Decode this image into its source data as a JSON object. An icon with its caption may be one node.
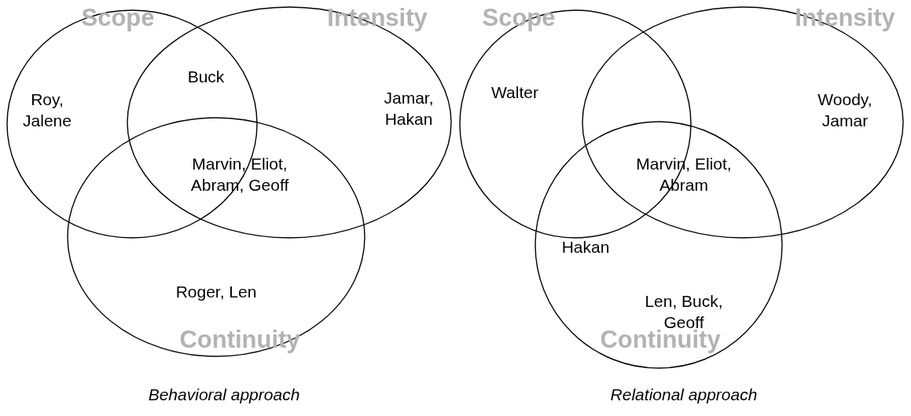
{
  "diagram": {
    "nodes": [
      {
        "text": [
          "Scope"
        ]
      },
      {
        "text": [
          "Intensity"
        ]
      },
      {
        "text": [
          "Continuity"
        ]
      },
      {
        "text": [
          "Scope"
        ]
      },
      {
        "text": [
          "Intensity"
        ]
      },
      {
        "text": [
          "Continuity"
        ]
      }
    ],
    "labels": [
      "Roy, Jalene",
      "Buck",
      "Jamar, Hakan",
      "Marvin, Eliot, Abram, Geoff",
      "Roger, Len",
      "Behavioral approach",
      "Walter",
      "Woody, Jamar",
      "Marvin, Eliot, Abram",
      "Hakan",
      "Len, Buck, Geoff",
      "Relational approach"
    ]
  }
}
